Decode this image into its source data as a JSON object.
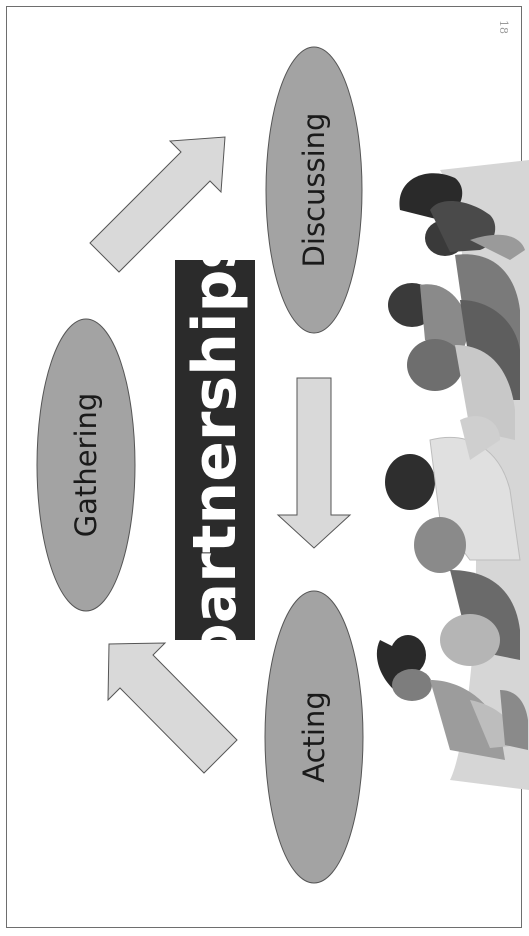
{
  "slide": {
    "page_number": "18",
    "title": "partnerships",
    "nodes": [
      {
        "label": "Gathering"
      },
      {
        "label": "Discussing"
      },
      {
        "label": "Acting"
      }
    ]
  },
  "colors": {
    "ellipse_fill": "#a3a3a3",
    "arrow_fill": "#d9d9d9",
    "title_bg": "#2b2b2b",
    "title_text": "#ffffff"
  }
}
